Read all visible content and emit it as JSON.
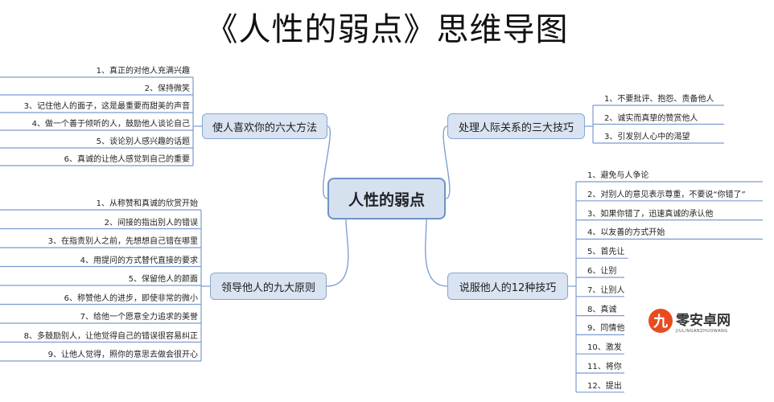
{
  "title": "《人性的弱点》思维导图",
  "center": "人性的弱点",
  "branches": {
    "top_left": {
      "label": "使人喜欢你的六大方法",
      "items": [
        "1、真正的对他人充满兴趣",
        "2、保持微笑",
        "3、记住他人的面子，这是最重要而甜美的声音",
        "4、做一个善于倾听的人，鼓励他人谈论自己",
        "5、谈论别人感兴趣的话题",
        "6、真诚的让他人感觉到自己的重要"
      ]
    },
    "top_right": {
      "label": "处理人际关系的三大技巧",
      "items": [
        "1、不要批评、抱怨、责备他人",
        "2、诚实而真挚的赞赏他人",
        "3、引发别人心中的渴望"
      ]
    },
    "bottom_left": {
      "label": "领导他人的九大原则",
      "items": [
        "1、从称赞和真诚的欣赏开始",
        "2、间接的指出别人的错误",
        "3、在指责别人之前，先想想自己错在哪里",
        "4、用提问的方式替代直接的要求",
        "5、保留他人的颜面",
        "6、称赞他人的进步，即使非常的微小",
        "7、给他一个愿意全力追求的美誉",
        "8、多鼓励别人，让他觉得自己的错误很容易纠正",
        "9、让他人觉得，照你的意思去做会很开心"
      ]
    },
    "bottom_right": {
      "label": "说服他人的12种技巧",
      "items": [
        "1、避免与人争论",
        "2、对别人的意见表示尊重，不要说“你错了”",
        "3、如果你错了，迅速真诚的承认他",
        "4、以友善的方式开始",
        "5、首先让",
        "6、让别",
        "7、让别人",
        "8、真诚",
        "9、同情他",
        "10、激发",
        "11、将你",
        "12、提出"
      ]
    }
  },
  "watermark": {
    "logo_char": "九",
    "main": "零安卓网",
    "sub": "JIULINGANZHUOWANG"
  }
}
